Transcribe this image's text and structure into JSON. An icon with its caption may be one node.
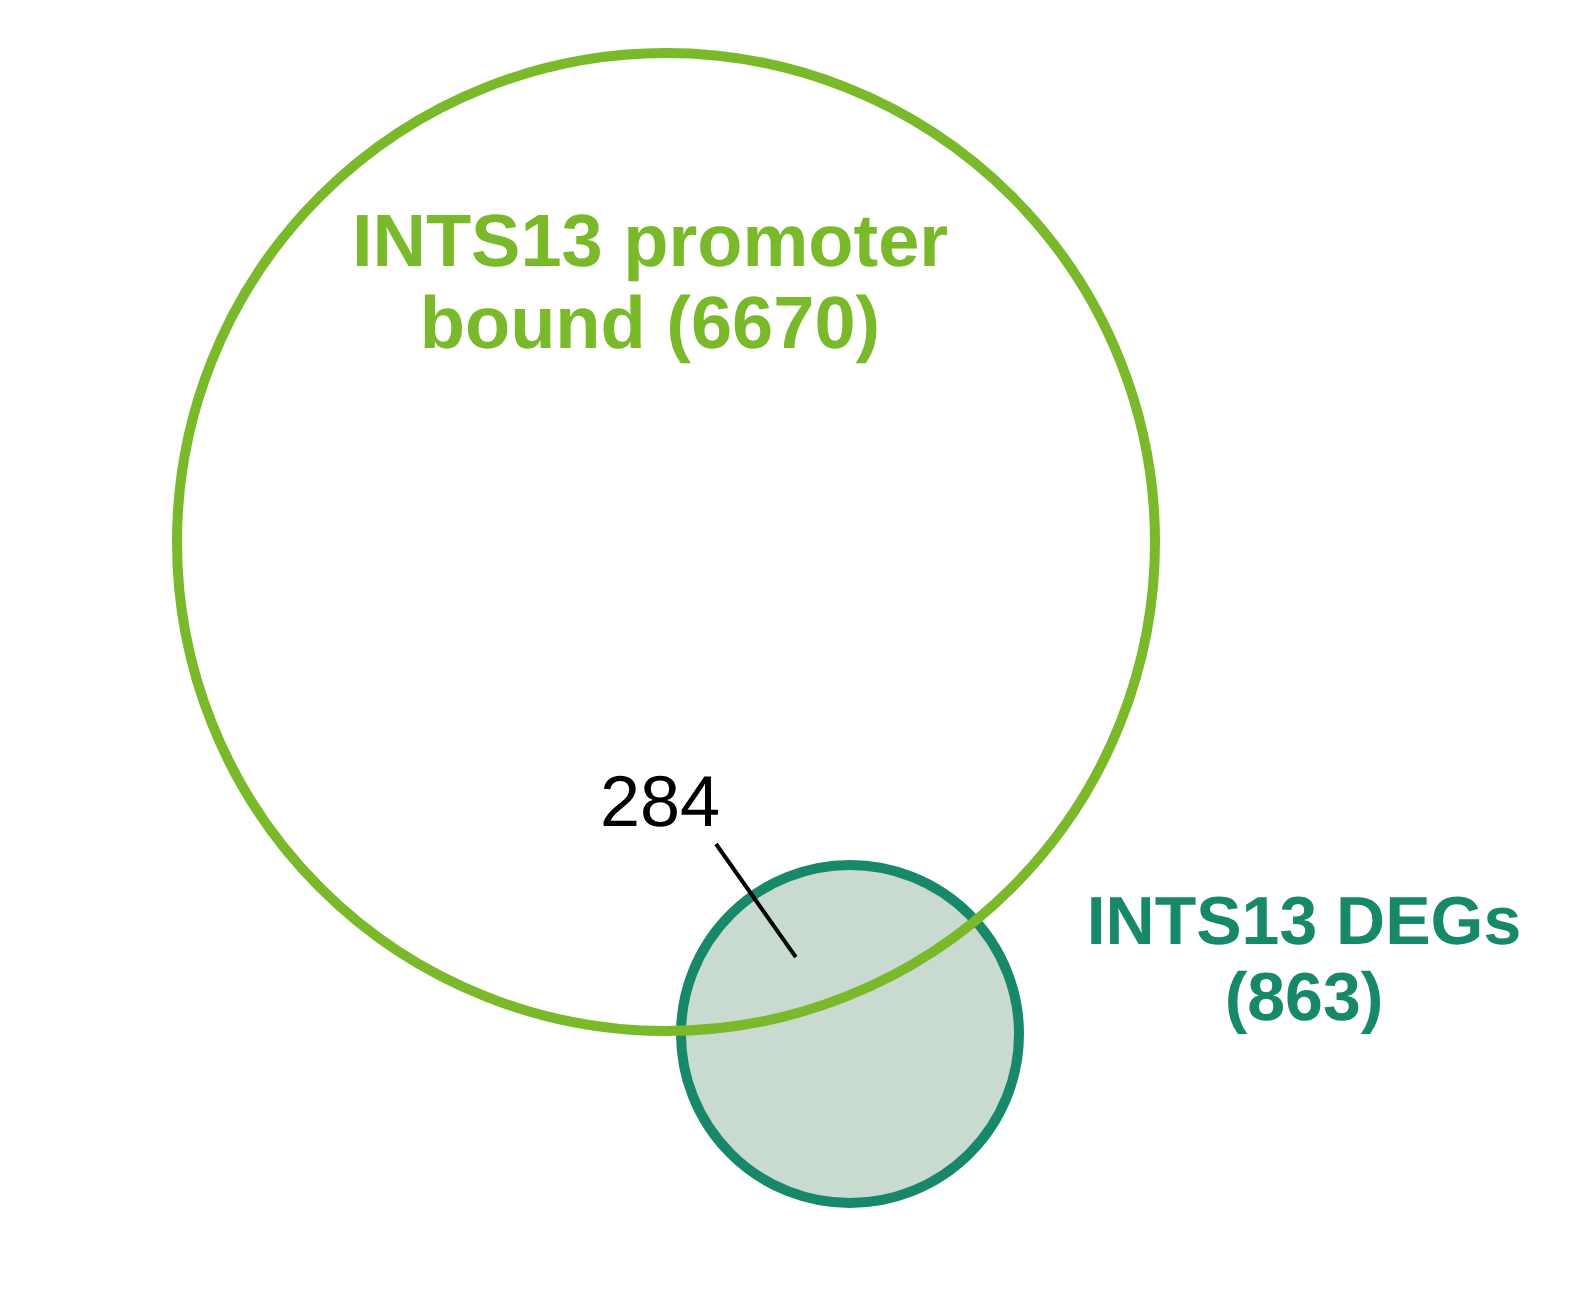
{
  "diagram": {
    "nodes": [
      {
        "text": [
          "INTS13 promoter bound (6670)"
        ]
      },
      {
        "text": [
          "INTS13 DEGs (863)"
        ]
      },
      {
        "text": [
          "284"
        ],
        "in": 0
      }
    ],
    "edges": [
      {
        "from": 2,
        "to": 1,
        "arrow": "none"
      }
    ]
  }
}
